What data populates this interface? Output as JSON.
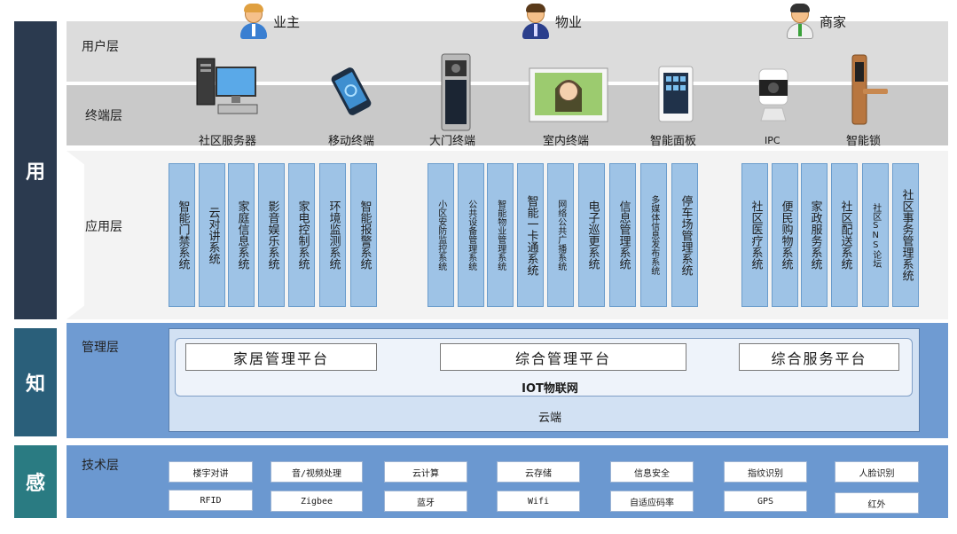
{
  "sidebar": {
    "yong": "用",
    "zhi": "知",
    "gan": "感"
  },
  "layers": {
    "user": "用户层",
    "terminal": "终端层",
    "app": "应用层",
    "mgmt": "管理层",
    "tech": "技术层"
  },
  "roles": [
    {
      "label": "业主"
    },
    {
      "label": "物业"
    },
    {
      "label": "商家"
    }
  ],
  "terminals": [
    {
      "label": "社区服务器",
      "icon": "server-computer-icon"
    },
    {
      "label": "移动终端",
      "icon": "smartphone-icon"
    },
    {
      "label": "大门终端",
      "icon": "door-intercom-icon"
    },
    {
      "label": "室内终端",
      "icon": "indoor-monitor-icon"
    },
    {
      "label": "智能面板",
      "icon": "smart-panel-icon"
    },
    {
      "label": "IPC",
      "icon": "ip-camera-icon"
    },
    {
      "label": "智能锁",
      "icon": "smart-lock-icon"
    }
  ],
  "apps": [
    "智能门禁系统",
    "云对讲系统",
    "家庭信息系统",
    "影音娱乐系统",
    "家电控制系统",
    "环境监测系统",
    "智能报警系统",
    "小区安防监控系统",
    "公共设备管理系统",
    "智能物业管理系统",
    "智能一卡通系统",
    "网络公共广播系统",
    "电子巡更系统",
    "信息管理系统",
    "多媒体信息发布系统",
    "停车场管理系统",
    "社区医疗系统",
    "便民购物系统",
    "家政服务系统",
    "社区配送系统",
    "社区SNS论坛",
    "社区事务管理系统"
  ],
  "management": {
    "platforms": [
      "家居管理平台",
      "综合管理平台",
      "综合服务平台"
    ],
    "iot": "IOT物联网",
    "cloud": "云端"
  },
  "tech": {
    "row1": [
      "楼宇对讲",
      "音/视频处理",
      "云计算",
      "云存储",
      "信息安全",
      "指纹识别",
      "人脸识别"
    ],
    "row2": [
      "RFID",
      "Zigbee",
      "蓝牙",
      "Wifi",
      "自适应码率",
      "GPS",
      "红外"
    ]
  },
  "colors": {
    "sidebar_top": "#2b3a4f",
    "sidebar_mid": "#2a5f7a",
    "sidebar_bottom": "#2a7b82",
    "app_box": "#9ec3e6",
    "mgmt_band": "#6f9bd2"
  }
}
